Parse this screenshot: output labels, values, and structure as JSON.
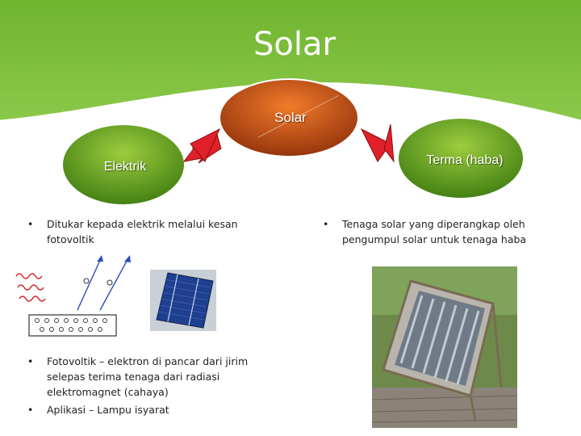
{
  "slide": {
    "title": "Solar",
    "colors": {
      "header_green": "#7dbf3a",
      "oval_orange": "#c0501a",
      "oval_green": "#5a9a22",
      "arrow_red": "#e0202a"
    }
  },
  "diagram": {
    "center_label": "Solar",
    "left_label": "Elektrik",
    "right_label": "Terma (haba)"
  },
  "left_column": {
    "bullets": [
      "Ditukar kepada elektrik melalui kesan fotovoltik",
      "Fotovoltik – elektron di pancar dari jirim selepas terima tenaga dari radiasi elektromagnet (cahaya)",
      "Aplikasi – Lampu isyarat"
    ]
  },
  "right_column": {
    "bullets": [
      "Tenaga solar yang diperangkap oleh pengumpul solar untuk tenaga haba"
    ]
  },
  "bullet_glyph": "•"
}
